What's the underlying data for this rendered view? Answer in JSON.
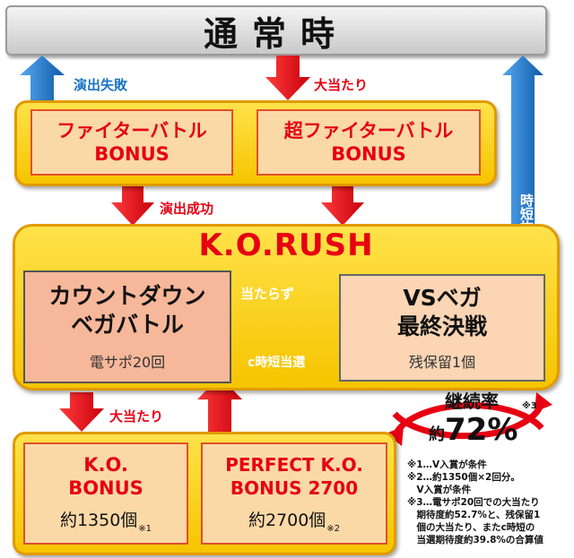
{
  "top": "通常時",
  "labels": {
    "ensyutsu_fail": "演出失敗",
    "big_hit_top": "大当たり",
    "ensyutsu_success": "演出成功",
    "jitan_nuke": "時短抜け",
    "atarazu": "当たらず",
    "c_jitan": "c時短当選",
    "big_hit_bottom": "大当たり"
  },
  "fighter_bonus": {
    "line1": "ファイターバトル",
    "line2": "BONUS"
  },
  "super_fighter_bonus": {
    "line1": "超ファイターバトル",
    "line2": "BONUS"
  },
  "rush": {
    "title": "K.O.RUSH"
  },
  "countdown": {
    "line1": "カウントダウン",
    "line2": "ベガバトル",
    "sub": "電サポ20回"
  },
  "vs": {
    "line1": "VSベガ",
    "line2": "最終決戦",
    "sub": "残保留1個"
  },
  "continue": {
    "label": "継続率",
    "prefix": "約",
    "value": "72%",
    "note": "※3"
  },
  "ko_bonus": {
    "line1": "K.O.",
    "line2": "BONUS",
    "amount": "約1350個",
    "note": "※1"
  },
  "perfect_bonus": {
    "line1": "PERFECT K.O.",
    "line2": "BONUS 2700",
    "amount": "約2700個",
    "note": "※2"
  },
  "notes": [
    "※1…V入賞が条件",
    "※2…約1350個×2回分。",
    "　V入賞が条件",
    "※3…電サポ20回での大当たり",
    "　期待度約52.7%と、残保留1",
    "　個の大当たり、またc時短の",
    "　当選期待度約39.8%の合算値"
  ],
  "colors": {
    "red": "#e60012",
    "gold": "#f6c400",
    "blue": "#1a74c6",
    "peach": "#fbd9a6"
  }
}
